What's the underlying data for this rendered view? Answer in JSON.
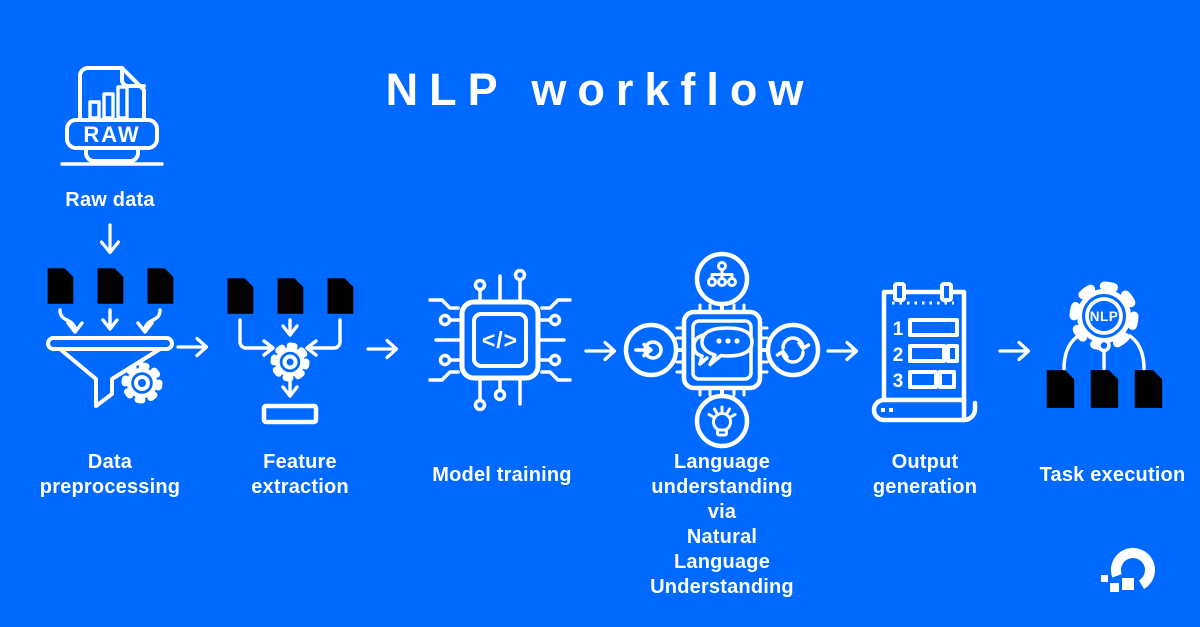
{
  "colors": {
    "background": "#0069ff",
    "foreground": "#ffffff"
  },
  "title": "NLP workflow",
  "source": {
    "icon": "raw-file-icon",
    "icon_label": "RAW",
    "label": "Raw data",
    "connector": "down-arrow-icon"
  },
  "steps": [
    {
      "id": "data-preprocessing",
      "icon": "documents-funnel-gear-icon",
      "label": [
        "Data",
        "preprocessing"
      ]
    },
    {
      "id": "feature-extraction",
      "icon": "documents-gear-extract-icon",
      "label": [
        "Feature",
        "extraction"
      ]
    },
    {
      "id": "model-training",
      "icon": "cpu-code-icon",
      "glyph": "</>",
      "label": [
        "Model training"
      ]
    },
    {
      "id": "language-understanding",
      "icon": "nlu-chip-satellites-icon",
      "label": [
        "Language",
        "understanding",
        "via",
        "Natural",
        "Language",
        "Understanding"
      ]
    },
    {
      "id": "output-generation",
      "icon": "numbered-list-scroll-icon",
      "list_numbers": [
        "1",
        "2",
        "3"
      ],
      "label": [
        "Output",
        "generation"
      ]
    },
    {
      "id": "task-execution",
      "icon": "nlp-gear-documents-icon",
      "gear_label": "NLP",
      "label": [
        "Task execution"
      ]
    }
  ],
  "flow_connector_icon": "right-arrow-icon",
  "branding": {
    "logo": "digitalocean-logo"
  }
}
